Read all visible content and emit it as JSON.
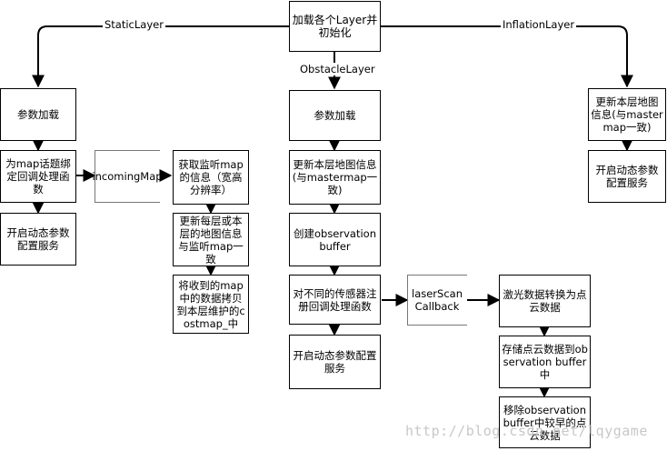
{
  "nodes": {
    "init": "加载各个Layer并初始化",
    "static_load": "参数加载",
    "static_bind": "为map话题绑定回调处理函数",
    "static_dyn": "开启动态参数配置服务",
    "incoming_map": "incomingMap",
    "get_map_info": "获取监听map的信息（宽高分辨率）",
    "update_layers": "更新每层或本层的地图信息与监听map一致",
    "copy_map": "将收到的map中的数据拷贝到本层维护的costmap_中",
    "obs_load": "参数加载",
    "obs_update": "更新本层地图信息(与mastermap一致)",
    "obs_buffer": "创建observation buffer",
    "obs_register": "对不同的传感器注册回调处理函数",
    "obs_dyn": "开启动态参数配置服务",
    "laser_cb": "laserScan Callback",
    "laser_convert": "激光数据转换为点云数据",
    "store_cloud": "存储点云数据到observation buffer中",
    "remove_cloud": "移除observation buffer中较早的点云数据",
    "infl_update": "更新本层地图信息(与mastermap一致)",
    "infl_dyn": "开启动态参数配置服务"
  },
  "edge_labels": {
    "static": "StaticLayer",
    "obstacle": "ObstacleLayer",
    "inflation": "InflationLayer"
  },
  "watermark": "http://blog.csdn.net/lqygame"
}
